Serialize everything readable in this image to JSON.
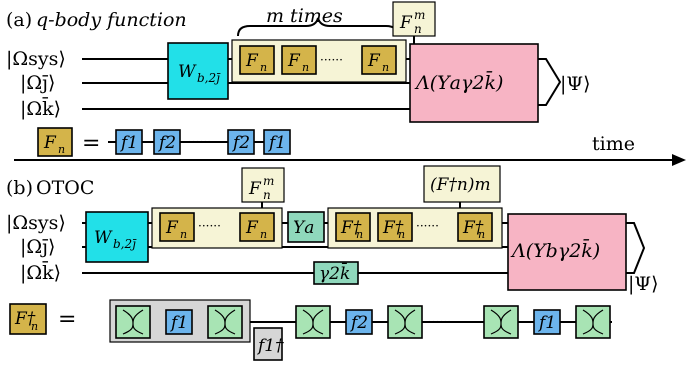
{
  "panel_a": {
    "label": "(a)",
    "title": "q-body function",
    "brace_label": "m times",
    "fnm_tag": "F",
    "fnm_sub": "n",
    "fnm_sup": "m",
    "wires": [
      "|Ωsys⟩",
      "|Ωj̄⟩",
      "|Ωk̄⟩"
    ],
    "w_gate": "W",
    "w_gate_sub": "b,2j̄",
    "f_gate": "F",
    "f_gate_sub": "n",
    "dots": "······",
    "lambda_gate": "Λ(Υaγ2k̄)",
    "output": "|Ψ⟩",
    "equation": {
      "lhs": "F",
      "lhs_sub": "n",
      "eq": "=",
      "blocks": [
        "f1",
        "f2",
        "f2",
        "f1"
      ]
    }
  },
  "time_label": "time",
  "panel_b": {
    "label": "(b)",
    "title": "OTOC",
    "fnm_tag": "F",
    "fnm_sub": "n",
    "fnm_sup": "m",
    "fdag_tag": "(F†n)m",
    "wires": [
      "|Ωsys⟩",
      "|Ωj̄⟩",
      "|Ωk̄⟩"
    ],
    "w_gate": "W",
    "w_gate_sub": "b,2j̄",
    "ups_gate": "Υa",
    "gamma_gate": "γ2k̄",
    "lambda_gate": "Λ(Υbγ2k̄)",
    "output": "|Ψ⟩",
    "equation": {
      "lhs": "F†",
      "lhs_sub": "n",
      "eq": "=",
      "blocks": [
        "f1",
        "f1†",
        "f2",
        "f1"
      ],
      "dots": "······"
    }
  },
  "colors": {
    "f_gate": "#d4b44a",
    "f_block": "#6cb4ec",
    "w_gate": "#22e0e8",
    "lambda_gate": "#f7b4c4",
    "cream": "#f6f4d6",
    "teal": "#8fd8bc",
    "grey": "#d6d6d6",
    "green_tile": "#a8e4b4"
  }
}
